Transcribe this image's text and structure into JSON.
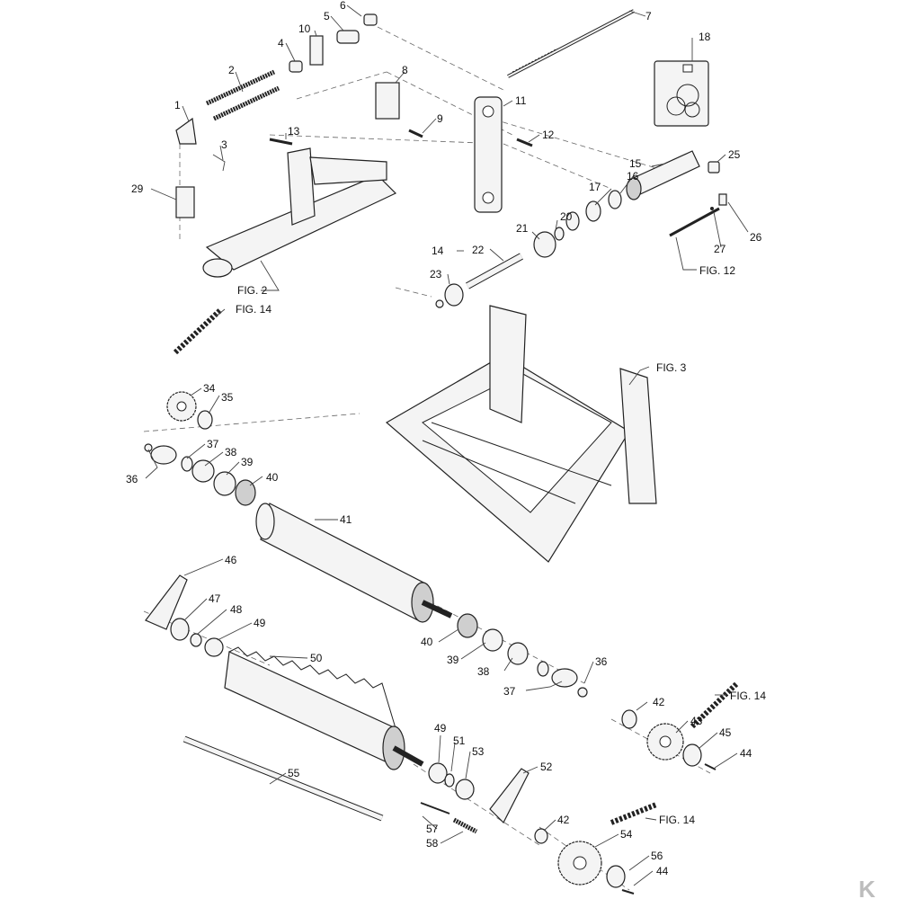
{
  "labels": {
    "n1": "1",
    "n2": "2",
    "n3": "3",
    "n4": "4",
    "n5": "5",
    "n6": "6",
    "n7": "7",
    "n8": "8",
    "n9": "9",
    "n10": "10",
    "n11": "11",
    "n12": "12",
    "n13": "13",
    "n14": "14",
    "n15": "15",
    "n16": "16",
    "n17": "17",
    "n18": "18",
    "n20": "20",
    "n21": "21",
    "n22": "22",
    "n23": "23",
    "n25": "25",
    "n26": "26",
    "n27": "27",
    "n29": "29",
    "n34": "34",
    "n35": "35",
    "n36a": "36",
    "n36b": "36",
    "n37a": "37",
    "n37b": "37",
    "n38a": "38",
    "n38b": "38",
    "n39a": "39",
    "n39b": "39",
    "n40a": "40",
    "n40b": "40",
    "n41": "41",
    "n42a": "42",
    "n42b": "42",
    "n43": "43",
    "n44a": "44",
    "n44b": "44",
    "n45": "45",
    "n46": "46",
    "n47": "47",
    "n48": "48",
    "n49a": "49",
    "n49b": "49",
    "n50": "50",
    "n51": "51",
    "n52": "52",
    "n53": "53",
    "n54": "54",
    "n55": "55",
    "n56": "56",
    "n57": "57",
    "n58": "58",
    "fig2": "FIG. 2",
    "fig3": "FIG. 3",
    "fig12": "FIG. 12",
    "fig14a": "FIG. 14",
    "fig14b": "FIG. 14",
    "fig14c": "FIG. 14"
  },
  "logo": "K"
}
